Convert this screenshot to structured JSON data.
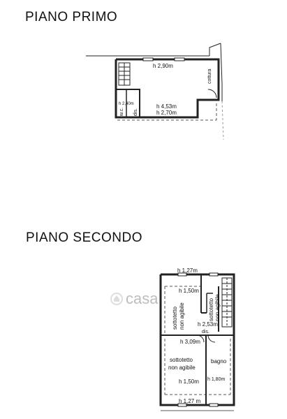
{
  "floor1": {
    "title": "PIANO PRIMO",
    "labels": {
      "h_top": "h 2,90m",
      "h_mid": "h 4,53m",
      "h_low": "h 2,70m",
      "h_wc": "h 2,40m",
      "wc": "w.c.",
      "dis": "dis.",
      "cottura": "cottura"
    }
  },
  "floor2": {
    "title": "PIANO SECONDO",
    "labels": {
      "h_top": "h 1,27m",
      "h_inner_top": "h 1,50m",
      "room_left_1": "sottotetto",
      "room_left_2": "non agibile",
      "room_right_1": "sottotetto",
      "room_right_2": "non agibile",
      "h_dis": "h 2,53m",
      "dis": "dis.",
      "h_mid": "h 3,09m",
      "room_bl_1": "sottotetto",
      "room_bl_2": "non agibile",
      "bagno": "bagno",
      "h_bagno": "h 1,80m",
      "h_inner_bottom": "h 1,50m",
      "h_bottom": "h 1,27 m"
    }
  },
  "watermark": "casa"
}
